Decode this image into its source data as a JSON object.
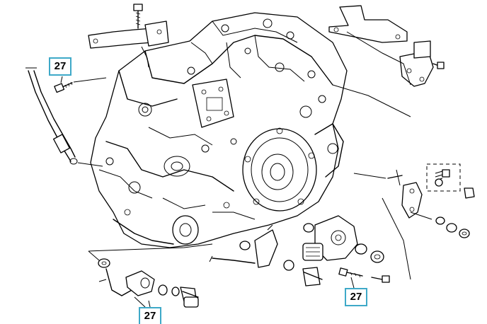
{
  "callouts": [
    {
      "number": "27"
    },
    {
      "number": "27"
    },
    {
      "number": "27"
    }
  ],
  "colors": {
    "callout_border": "#3ea9c8",
    "line_art": "#000000",
    "background": "#ffffff"
  }
}
